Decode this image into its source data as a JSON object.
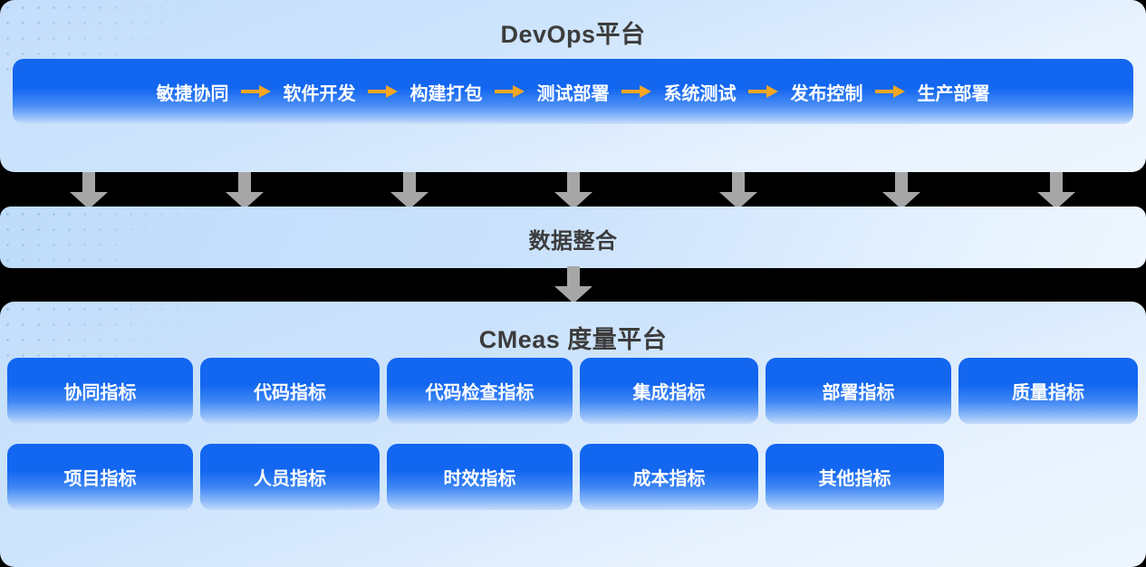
{
  "diagram": {
    "background_color": "#000000",
    "panel_color": "#c9e1fc",
    "accent_blue": "#1266f0",
    "arrow_gray": "#a6a6a6",
    "arrow_orange": "#f5a623",
    "title_color": "#3c3c3c"
  },
  "devops": {
    "title": "DevOps平台",
    "pipeline": [
      {
        "label": "敏捷协同"
      },
      {
        "label": "软件开发"
      },
      {
        "label": "构建打包"
      },
      {
        "label": "测试部署"
      },
      {
        "label": "系统测试"
      },
      {
        "label": "发布控制"
      },
      {
        "label": "生产部署"
      }
    ]
  },
  "integration": {
    "title": "数据整合"
  },
  "cmeas": {
    "title": "CMeas 度量平台",
    "row1": [
      {
        "label": "协同指标"
      },
      {
        "label": "代码指标"
      },
      {
        "label": "代码检查指标"
      },
      {
        "label": "集成指标"
      },
      {
        "label": "部署指标"
      },
      {
        "label": "质量指标"
      }
    ],
    "row2": [
      {
        "label": "项目指标"
      },
      {
        "label": "人员指标"
      },
      {
        "label": "时效指标"
      },
      {
        "label": "成本指标"
      },
      {
        "label": "其他指标"
      }
    ]
  },
  "flow_arrows": {
    "devops_to_integration_count": 7,
    "integration_to_cmeas_count": 1
  }
}
